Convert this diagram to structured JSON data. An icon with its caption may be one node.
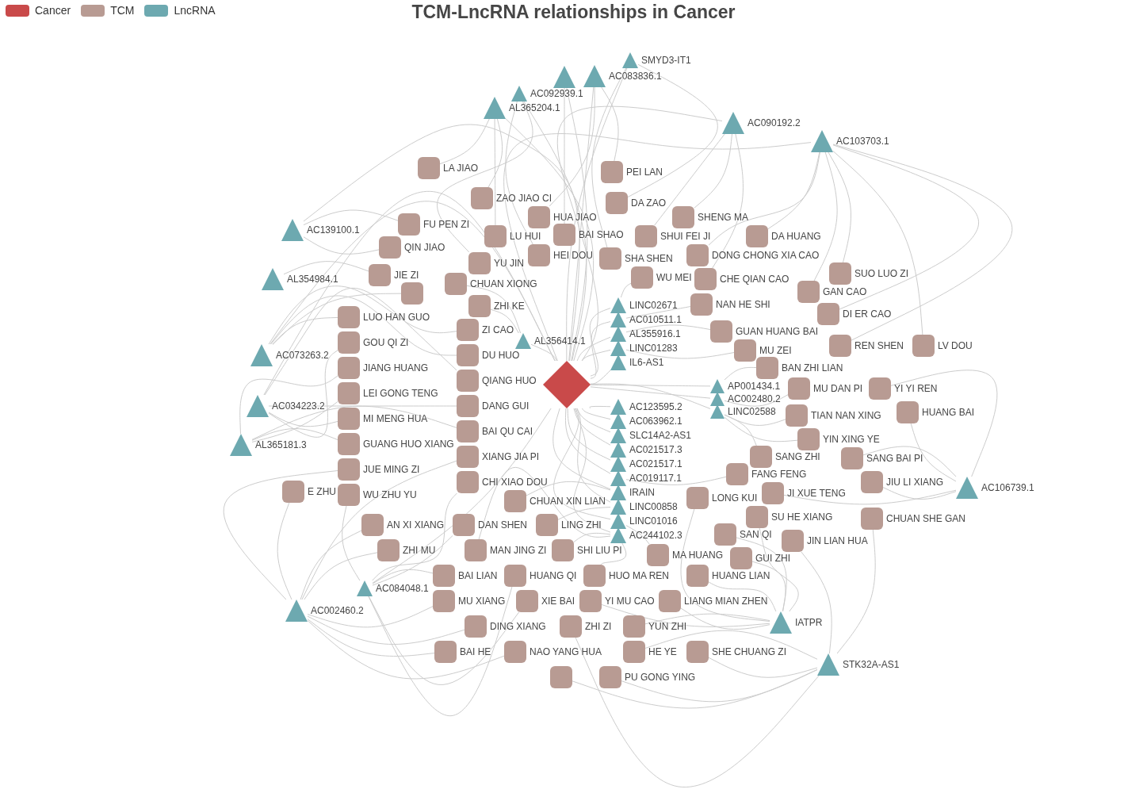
{
  "diagram": {
    "title": "TCM-LncRNA relationships in Cancer",
    "nodes": [
      {
        "text": [
          "SMYD3-IT1"
        ]
      },
      {
        "text": [
          "AC083836.1"
        ]
      },
      {
        "text": [],
        "shape": "triangle"
      },
      {
        "text": [
          "AC092939.1"
        ]
      },
      {
        "text": [
          "AL365204.1"
        ]
      },
      {
        "text": [
          "AC090192.2"
        ]
      },
      {
        "text": [
          "AC103703.1"
        ]
      },
      {
        "text": [
          "LA JIAO"
        ]
      },
      {
        "text": [
          "PEI LAN"
        ]
      },
      {
        "text": [
          "ZAO JIAO CI"
        ]
      },
      {
        "text": [
          "DA ZAO"
        ]
      },
      {
        "text": [
          "HUA JIAO"
        ]
      },
      {
        "text": [
          "SHENG MA"
        ]
      },
      {
        "text": [
          "FU PEN ZI"
        ]
      },
      {
        "text": [
          "AC139100.1"
        ]
      },
      {
        "text": [
          "BAI SHAO"
        ]
      },
      {
        "text": [
          "SHUI FEI JI"
        ]
      },
      {
        "text": [
          "LU HUI"
        ]
      },
      {
        "text": [
          "DA HUANG"
        ]
      },
      {
        "text": [
          "QIN JIAO"
        ]
      },
      {
        "text": [
          "HEI DOU"
        ]
      },
      {
        "text": [
          "DONG CHONG XIA CAO"
        ]
      },
      {
        "text": [
          "SHA SHEN"
        ]
      },
      {
        "text": [
          "YU JIN"
        ]
      },
      {
        "text": [
          "SUO LUO ZI"
        ]
      },
      {
        "text": [
          "JIE ZI"
        ]
      },
      {
        "text": [
          "WU MEI"
        ]
      },
      {
        "text": [
          "CHE QIAN CAO"
        ]
      },
      {
        "text": [
          "AL354984.1"
        ]
      },
      {
        "text": [
          "CHUAN XIONG"
        ]
      },
      {
        "text": [
          "GAN CAO"
        ]
      },
      {
        "text": [
          "ZHI KE"
        ]
      },
      {
        "text": [
          "NAN HE SHI"
        ]
      },
      {
        "text": [
          "DI ER CAO"
        ]
      },
      {
        "text": [
          "LINC02671"
        ]
      },
      {
        "text": [
          "ZI CAO"
        ]
      },
      {
        "text": [
          "AC010511.1"
        ]
      },
      {
        "text": [
          "GUAN HUANG BAI"
        ]
      },
      {
        "text": [
          "AL356414.1"
        ]
      },
      {
        "text": [
          "DU HUO"
        ]
      },
      {
        "text": [],
        "shape": "box"
      },
      {
        "text": [
          "AL355916.1"
        ]
      },
      {
        "text": [
          "MU ZEI"
        ]
      },
      {
        "text": [
          "REN SHEN"
        ]
      },
      {
        "text": [
          "LV DOU"
        ]
      },
      {
        "text": [
          "LUO HAN GUO"
        ]
      },
      {
        "text": [
          "AC073263.2"
        ]
      },
      {
        "text": [
          "LINC01283"
        ]
      },
      {
        "text": [
          "QIANG HUO"
        ]
      },
      {
        "text": [
          "BAN ZHI LIAN"
        ]
      },
      {
        "text": [
          "IL6-AS1"
        ]
      },
      {
        "text": [
          "GOU QI ZI"
        ]
      },
      {
        "text": [],
        "shape": "diamond"
      },
      {
        "text": [
          "AP001434.1"
        ]
      },
      {
        "text": [
          "MU DAN PI"
        ]
      },
      {
        "text": [
          "AC123595.2"
        ]
      },
      {
        "text": [
          "YI YI REN"
        ]
      },
      {
        "text": [
          "DANG GUI"
        ]
      },
      {
        "text": [
          "AC002480.2"
        ]
      },
      {
        "text": [
          "AC063962.1"
        ]
      },
      {
        "text": [
          "JIANG HUANG"
        ]
      },
      {
        "text": [
          "AC034223.2"
        ]
      },
      {
        "text": [
          "TIAN NAN XING"
        ]
      },
      {
        "text": [
          "HUANG BAI"
        ]
      },
      {
        "text": [
          "LINC02588"
        ]
      },
      {
        "text": [
          "SLC14A2-AS1"
        ]
      },
      {
        "text": [
          "LEI GONG TENG"
        ]
      },
      {
        "text": [
          "MI MENG HUA"
        ]
      },
      {
        "text": [
          "AC021517.3"
        ]
      },
      {
        "text": [
          "YIN XING YE"
        ]
      },
      {
        "text": [
          "BAI QU CAI"
        ]
      },
      {
        "text": [
          "AC021517.1"
        ]
      },
      {
        "text": [
          "AL365181.3"
        ]
      },
      {
        "text": [
          "GUANG HUO XIANG"
        ]
      },
      {
        "text": [
          "SANG ZHI"
        ]
      },
      {
        "text": [
          "SANG BAI PI"
        ]
      },
      {
        "text": [
          "AC019117.1"
        ]
      },
      {
        "text": [
          "XIANG JIA PI"
        ]
      },
      {
        "text": [
          "IRAIN"
        ]
      },
      {
        "text": [
          "FANG FENG"
        ]
      },
      {
        "text": [
          "CHUAN XIN LIAN"
        ]
      },
      {
        "text": [
          "JIU LI XIANG"
        ]
      },
      {
        "text": [
          "E ZHU"
        ]
      },
      {
        "text": [
          "JUE MING ZI"
        ]
      },
      {
        "text": [
          "LINC00858"
        ]
      },
      {
        "text": [
          "AC106739.1"
        ]
      },
      {
        "text": [
          "CHI XIAO DOU"
        ]
      },
      {
        "text": [
          "JI XUE TENG"
        ]
      },
      {
        "text": [
          "LONG KUI"
        ]
      },
      {
        "text": [
          "LINC01016"
        ]
      },
      {
        "text": [
          "LING ZHI"
        ]
      },
      {
        "text": [
          "WU ZHU YU"
        ]
      },
      {
        "text": [
          "AC244102.3"
        ]
      },
      {
        "text": [
          "SU HE XIANG"
        ]
      },
      {
        "text": [
          "CHUAN SHE GAN"
        ]
      },
      {
        "text": [
          "AN XI XIANG"
        ]
      },
      {
        "text": [
          "DAN SHEN"
        ]
      },
      {
        "text": [
          "MAN JING ZI"
        ]
      },
      {
        "text": [
          "SAN QI"
        ]
      },
      {
        "text": [
          "JIN LIAN HUA"
        ]
      },
      {
        "text": [
          "ZHI MU"
        ]
      },
      {
        "text": [
          "MA HUANG"
        ]
      },
      {
        "text": [
          "SHI LIU PI"
        ]
      },
      {
        "text": [
          "HUANG QI"
        ]
      },
      {
        "text": [
          "GUI ZHI"
        ]
      },
      {
        "text": [
          "BAI LIAN"
        ]
      },
      {
        "text": [
          "HUO MA REN"
        ]
      },
      {
        "text": [
          "HUANG LIAN"
        ]
      },
      {
        "text": [
          "XIE BAI"
        ]
      },
      {
        "text": [
          "AC084048.1"
        ]
      },
      {
        "text": [
          "YI MU CAO"
        ]
      },
      {
        "text": [
          "MU XIANG"
        ]
      },
      {
        "text": [
          "LIANG MIAN ZHEN"
        ]
      },
      {
        "text": [
          "AC002460.2"
        ]
      },
      {
        "text": [
          "IATPR"
        ]
      },
      {
        "text": [
          "DING XIANG"
        ]
      },
      {
        "text": [
          "YUN ZHI"
        ]
      },
      {
        "text": [
          "ZHI ZI"
        ]
      },
      {
        "text": [
          "SHE CHUANG ZI"
        ]
      },
      {
        "text": [
          "NAO YANG HUA"
        ]
      },
      {
        "text": [
          "BAI HE"
        ]
      },
      {
        "text": [
          "HE YE"
        ]
      },
      {
        "text": [
          "STK32A-AS1"
        ]
      },
      {
        "text": [],
        "shape": "box"
      },
      {
        "text": [
          "PU GONG YING"
        ]
      }
    ],
    "edges": [
      {
        "from": 52,
        "to": 0,
        "arrow": "none"
      },
      {
        "from": 52,
        "to": 1,
        "arrow": "none"
      },
      {
        "from": 52,
        "to": 2,
        "arrow": "none"
      },
      {
        "from": 52,
        "to": 3,
        "arrow": "none"
      },
      {
        "from": 52,
        "to": 4,
        "arrow": "none"
      },
      {
        "from": 52,
        "to": 5,
        "arrow": "none"
      },
      {
        "from": 52,
        "to": 6,
        "arrow": "none"
      },
      {
        "from": 52,
        "to": 14,
        "arrow": "none"
      },
      {
        "from": 52,
        "to": 34,
        "arrow": "none"
      },
      {
        "from": 52,
        "to": 36,
        "arrow": "none"
      },
      {
        "from": 52,
        "to": 38,
        "arrow": "none"
      },
      {
        "from": 52,
        "to": 41,
        "arrow": "none"
      },
      {
        "from": 52,
        "to": 46,
        "arrow": "none"
      },
      {
        "from": 52,
        "to": 47,
        "arrow": "none"
      },
      {
        "from": 52,
        "to": 50,
        "arrow": "none"
      },
      {
        "from": 52,
        "to": 53,
        "arrow": "none"
      },
      {
        "from": 52,
        "to": 55,
        "arrow": "none"
      },
      {
        "from": 52,
        "to": 58,
        "arrow": "none"
      },
      {
        "from": 52,
        "to": 59,
        "arrow": "none"
      },
      {
        "from": 52,
        "to": 61,
        "arrow": "none"
      },
      {
        "from": 52,
        "to": 64,
        "arrow": "none"
      },
      {
        "from": 52,
        "to": 65,
        "arrow": "none"
      },
      {
        "from": 52,
        "to": 68,
        "arrow": "none"
      },
      {
        "from": 52,
        "to": 71,
        "arrow": "none"
      },
      {
        "from": 52,
        "to": 76,
        "arrow": "none"
      },
      {
        "from": 52,
        "to": 78,
        "arrow": "none"
      },
      {
        "from": 52,
        "to": 84,
        "arrow": "none"
      },
      {
        "from": 52,
        "to": 89,
        "arrow": "none"
      },
      {
        "from": 52,
        "to": 92,
        "arrow": "none"
      },
      {
        "from": 52,
        "to": 109,
        "arrow": "none"
      },
      {
        "from": 7,
        "to": 4,
        "arrow": "none"
      },
      {
        "from": 8,
        "to": 1,
        "arrow": "none"
      },
      {
        "from": 9,
        "to": 4,
        "arrow": "none"
      },
      {
        "from": 10,
        "to": 0,
        "arrow": "none"
      },
      {
        "from": 11,
        "to": 1,
        "arrow": "none"
      },
      {
        "from": 12,
        "to": 5,
        "arrow": "none"
      },
      {
        "from": 13,
        "to": 14,
        "arrow": "none"
      },
      {
        "from": 15,
        "to": 2,
        "arrow": "none"
      },
      {
        "from": 16,
        "to": 5,
        "arrow": "none"
      },
      {
        "from": 17,
        "to": 4,
        "arrow": "none"
      },
      {
        "from": 18,
        "to": 6,
        "arrow": "none"
      },
      {
        "from": 19,
        "to": 14,
        "arrow": "none"
      },
      {
        "from": 20,
        "to": 3,
        "arrow": "none"
      },
      {
        "from": 21,
        "to": 6,
        "arrow": "none"
      },
      {
        "from": 22,
        "to": 0,
        "arrow": "none"
      },
      {
        "from": 23,
        "to": 3,
        "arrow": "none"
      },
      {
        "from": 24,
        "to": 6,
        "arrow": "none"
      },
      {
        "from": 25,
        "to": 28,
        "arrow": "none"
      },
      {
        "from": 26,
        "to": 34,
        "arrow": "none"
      },
      {
        "from": 27,
        "to": 5,
        "arrow": "none"
      },
      {
        "from": 29,
        "to": 38,
        "arrow": "none"
      },
      {
        "from": 30,
        "to": 6,
        "arrow": "none"
      },
      {
        "from": 31,
        "to": 38,
        "arrow": "none"
      },
      {
        "from": 32,
        "to": 36,
        "arrow": "none"
      },
      {
        "from": 33,
        "to": 6,
        "arrow": "none"
      },
      {
        "from": 35,
        "to": 46,
        "arrow": "none"
      },
      {
        "from": 37,
        "to": 41,
        "arrow": "none"
      },
      {
        "from": 39,
        "to": 46,
        "arrow": "none"
      },
      {
        "from": 40,
        "to": 46,
        "arrow": "none"
      },
      {
        "from": 42,
        "to": 47,
        "arrow": "none"
      },
      {
        "from": 43,
        "to": 6,
        "arrow": "none"
      },
      {
        "from": 44,
        "to": 6,
        "arrow": "none"
      },
      {
        "from": 45,
        "to": 46,
        "arrow": "none"
      },
      {
        "from": 48,
        "to": 61,
        "arrow": "none"
      },
      {
        "from": 49,
        "to": 53,
        "arrow": "none"
      },
      {
        "from": 51,
        "to": 61,
        "arrow": "none"
      },
      {
        "from": 54,
        "to": 58,
        "arrow": "none"
      },
      {
        "from": 56,
        "to": 85,
        "arrow": "none"
      },
      {
        "from": 57,
        "to": 61,
        "arrow": "none"
      },
      {
        "from": 60,
        "to": 72,
        "arrow": "none"
      },
      {
        "from": 62,
        "to": 64,
        "arrow": "none"
      },
      {
        "from": 63,
        "to": 85,
        "arrow": "none"
      },
      {
        "from": 66,
        "to": 72,
        "arrow": "none"
      },
      {
        "from": 67,
        "to": 61,
        "arrow": "none"
      },
      {
        "from": 69,
        "to": 64,
        "arrow": "none"
      },
      {
        "from": 70,
        "to": 72,
        "arrow": "none"
      },
      {
        "from": 73,
        "to": 72,
        "arrow": "none"
      },
      {
        "from": 74,
        "to": 64,
        "arrow": "none"
      },
      {
        "from": 75,
        "to": 85,
        "arrow": "none"
      },
      {
        "from": 77,
        "to": 113,
        "arrow": "none"
      },
      {
        "from": 79,
        "to": 76,
        "arrow": "none"
      },
      {
        "from": 80,
        "to": 78,
        "arrow": "none"
      },
      {
        "from": 81,
        "to": 85,
        "arrow": "none"
      },
      {
        "from": 82,
        "to": 113,
        "arrow": "none"
      },
      {
        "from": 83,
        "to": 113,
        "arrow": "none"
      },
      {
        "from": 86,
        "to": 109,
        "arrow": "none"
      },
      {
        "from": 87,
        "to": 85,
        "arrow": "none"
      },
      {
        "from": 88,
        "to": 114,
        "arrow": "none"
      },
      {
        "from": 90,
        "to": 84,
        "arrow": "none"
      },
      {
        "from": 91,
        "to": 109,
        "arrow": "none"
      },
      {
        "from": 93,
        "to": 114,
        "arrow": "none"
      },
      {
        "from": 94,
        "to": 122,
        "arrow": "none"
      },
      {
        "from": 95,
        "to": 113,
        "arrow": "none"
      },
      {
        "from": 96,
        "to": 109,
        "arrow": "none"
      },
      {
        "from": 97,
        "to": 92,
        "arrow": "none"
      },
      {
        "from": 98,
        "to": 114,
        "arrow": "none"
      },
      {
        "from": 99,
        "to": 122,
        "arrow": "none"
      },
      {
        "from": 100,
        "to": 113,
        "arrow": "none"
      },
      {
        "from": 101,
        "to": 89,
        "arrow": "none"
      },
      {
        "from": 102,
        "to": 92,
        "arrow": "none"
      },
      {
        "from": 103,
        "to": 109,
        "arrow": "none"
      },
      {
        "from": 104,
        "to": 114,
        "arrow": "none"
      },
      {
        "from": 105,
        "to": 109,
        "arrow": "none"
      },
      {
        "from": 106,
        "to": 92,
        "arrow": "none"
      },
      {
        "from": 107,
        "to": 114,
        "arrow": "none"
      },
      {
        "from": 108,
        "to": 109,
        "arrow": "none"
      },
      {
        "from": 110,
        "to": 114,
        "arrow": "none"
      },
      {
        "from": 111,
        "to": 113,
        "arrow": "none"
      },
      {
        "from": 112,
        "to": 114,
        "arrow": "none"
      },
      {
        "from": 115,
        "to": 113,
        "arrow": "none"
      },
      {
        "from": 116,
        "to": 114,
        "arrow": "none"
      },
      {
        "from": 117,
        "to": 122,
        "arrow": "none"
      },
      {
        "from": 118,
        "to": 122,
        "arrow": "none"
      },
      {
        "from": 119,
        "to": 113,
        "arrow": "none"
      },
      {
        "from": 120,
        "to": 113,
        "arrow": "none"
      },
      {
        "from": 121,
        "to": 122,
        "arrow": "none"
      },
      {
        "from": 123,
        "to": 122,
        "arrow": "none"
      },
      {
        "from": 124,
        "to": 122,
        "arrow": "none"
      }
    ],
    "legend": [
      {
        "text": "Cancer",
        "color": "#c94a4a"
      },
      {
        "text": "TCM",
        "color": "#b89b93"
      },
      {
        "text": "LncRNA",
        "color": "#6da9b0"
      }
    ]
  }
}
